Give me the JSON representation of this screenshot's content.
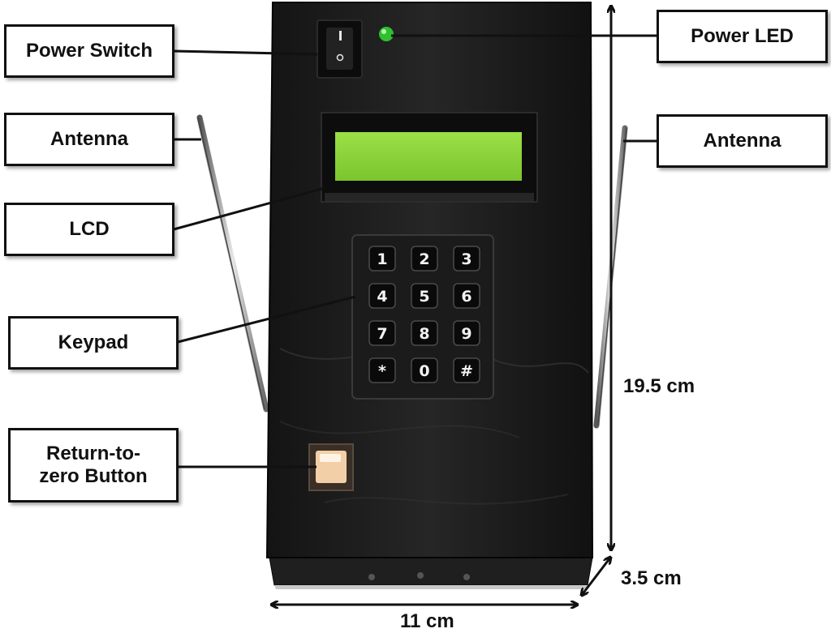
{
  "labels": {
    "power_switch": "Power Switch",
    "power_led": "Power LED",
    "antenna_left": "Antenna",
    "antenna_right": "Antenna",
    "lcd": "LCD",
    "keypad": "Keypad",
    "return_button_line1": "Return-to-",
    "return_button_line2": "zero Button"
  },
  "dimensions": {
    "height": "19.5 cm",
    "depth": "3.5 cm",
    "width": "11 cm"
  },
  "keypad_keys": [
    "1",
    "2",
    "3",
    "4",
    "5",
    "6",
    "7",
    "8",
    "9",
    "*",
    "0",
    "#"
  ],
  "colors": {
    "enclosure": "#1a1a1a",
    "lcd_screen": "#8fd43a",
    "led": "#2fbf2f",
    "button": "#f0c9a0"
  }
}
